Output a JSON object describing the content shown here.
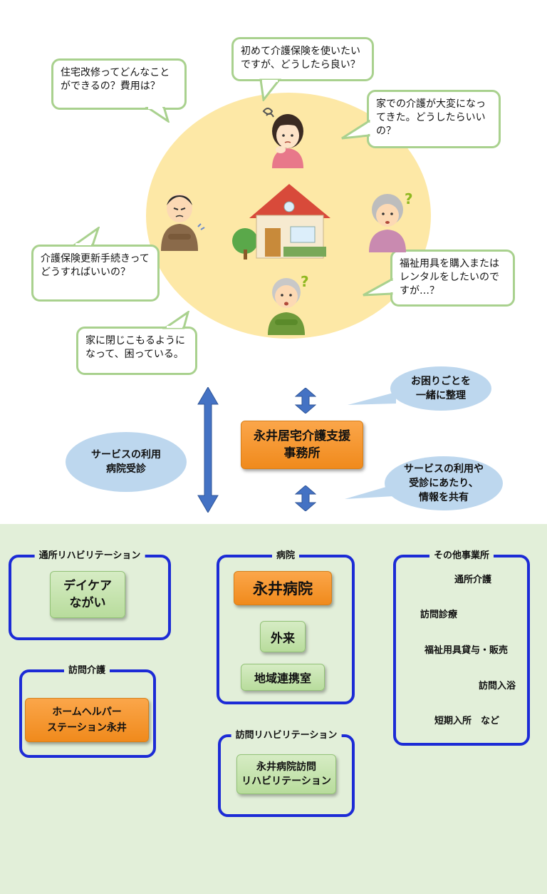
{
  "bubbles": {
    "housing": "住宅改修ってどんなことができるの？費用は？",
    "first_time": "初めて介護保険を使いたいですが、どうしたら良い？",
    "home_care_hard": "家での介護が大変になってきた。どうしたらいいの？",
    "renewal": "介護保険更新手続きってどうすればいいの？",
    "welfare_equipment": "福祉用具を購入またはレンタルをしたいのですが…？",
    "withdrawn": "家に閉じこもるようになって、困っている。"
  },
  "center": {
    "office_line1": "永井居宅介護支援",
    "office_line2": "事務所"
  },
  "clouds": {
    "organize_line1": "お困りごとを",
    "organize_line2": "一緒に整理",
    "left_line1": "サービスの利用",
    "left_line2": "病院受診",
    "share_line1": "サービスの利用や",
    "share_line2": "受診にあたり、",
    "share_line3": "情報を共有"
  },
  "groups": {
    "day_rehab": {
      "title": "通所リハビリテーション",
      "box_line1": "デイケア",
      "box_line2": "ながい"
    },
    "home_care": {
      "title": "訪問介護",
      "box_line1": "ホームヘルパー",
      "box_line2": "ステーション永井"
    },
    "hospital": {
      "title": "病院",
      "main": "永井病院",
      "outpatient": "外来",
      "regional": "地域連携室"
    },
    "home_rehab": {
      "title": "訪問リハビリテーション",
      "box_line1": "永井病院訪問",
      "box_line2": "リハビリテーション"
    },
    "others": {
      "title": "その他事業所",
      "items": [
        "通所介護",
        "訪問診療",
        "福祉用具貸与・販売",
        "訪問入浴",
        "短期入所　など"
      ]
    }
  },
  "colors": {
    "bubble_border": "#a9d18e",
    "circle": "#fde8a6",
    "orange": "#f39a2e",
    "green": "#c5e3ad",
    "group_border": "#1c2bd6",
    "arrow": "#4472c4",
    "cloud": "#bdd7ee",
    "bottom_bg": "#e2efd9"
  }
}
